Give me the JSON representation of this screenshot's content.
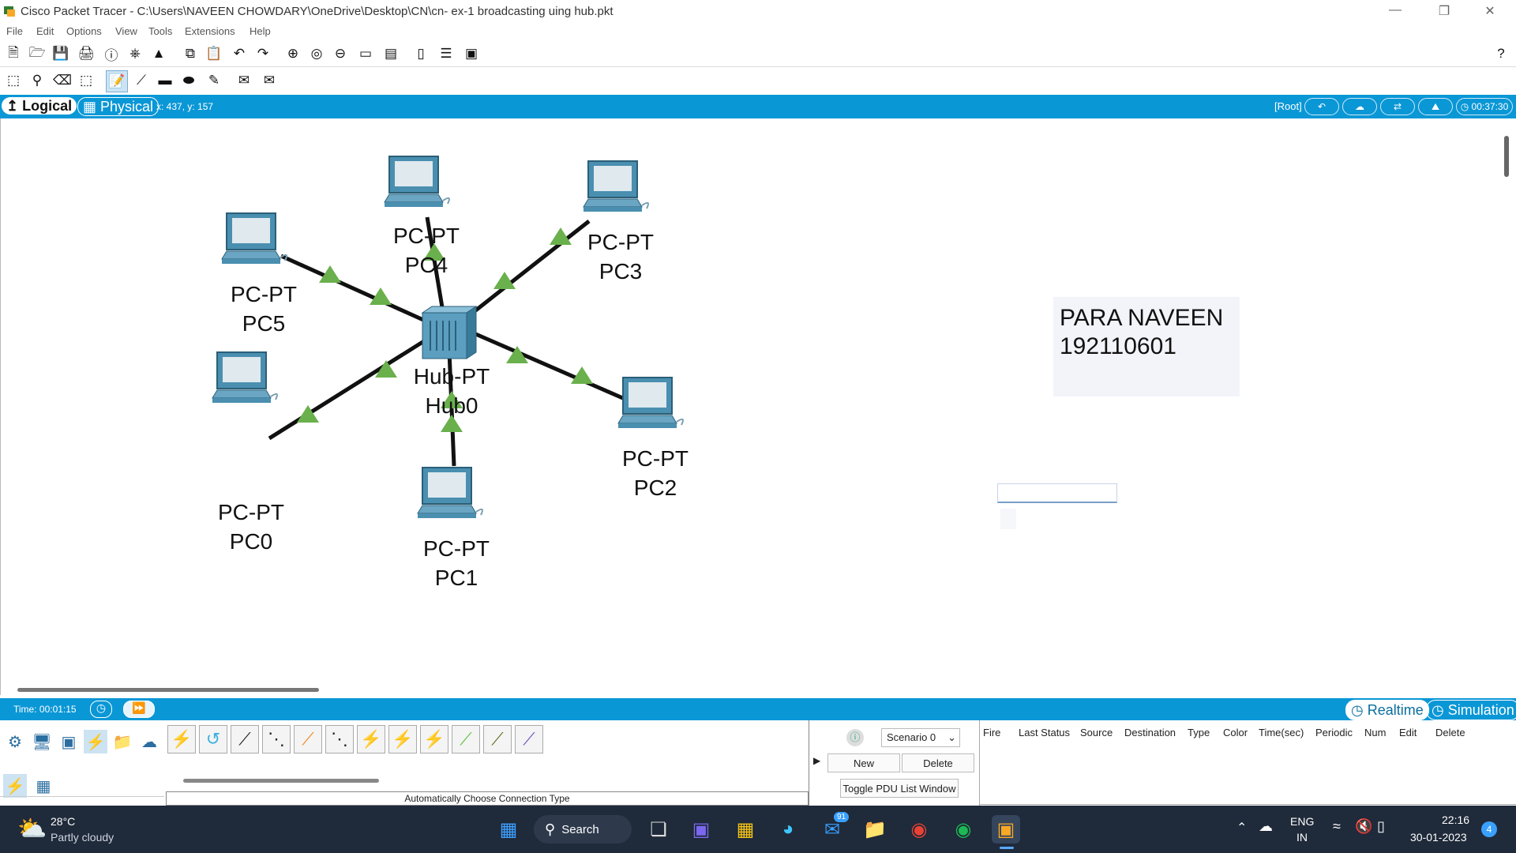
{
  "window": {
    "title": "Cisco Packet Tracer - C:\\Users\\NAVEEN CHOWDARY\\OneDrive\\Desktop\\CN\\cn- ex-1 broadcasting uing hub.pkt"
  },
  "menu": [
    "File",
    "Edit",
    "Options",
    "View",
    "Tools",
    "Extensions",
    "Help"
  ],
  "toolbar": {
    "help_label": "?"
  },
  "workspace": {
    "logical_label": "Logical",
    "physical_label": "Physical",
    "coords": "x: 437, y: 157",
    "root_label": "[Root]",
    "clock": "00:37:30"
  },
  "devices": [
    {
      "type": "PC-PT",
      "name": "PC0"
    },
    {
      "type": "PC-PT",
      "name": "PC1"
    },
    {
      "type": "PC-PT",
      "name": "PC2"
    },
    {
      "type": "PC-PT",
      "name": "PC3"
    },
    {
      "type": "PC-PT",
      "name": "PC4"
    },
    {
      "type": "PC-PT",
      "name": "PC5"
    },
    {
      "type": "Hub-PT",
      "name": "Hub0"
    }
  ],
  "note": {
    "line1": "PARA NAVEEN",
    "line2": "192110601"
  },
  "simbar": {
    "time": "Time: 00:01:15",
    "realtime_label": "Realtime",
    "simulation_label": "Simulation"
  },
  "connection_type": "Automatically Choose Connection Type",
  "pdu": {
    "scenario": "Scenario 0",
    "new_label": "New",
    "delete_label": "Delete",
    "toggle_label": "Toggle PDU List Window",
    "columns": [
      "Fire",
      "Last Status",
      "Source",
      "Destination",
      "Type",
      "Color",
      "Time(sec)",
      "Periodic",
      "Num",
      "Edit",
      "Delete"
    ]
  },
  "taskbar": {
    "temperature": "28°C",
    "weather": "Partly cloudy",
    "search_label": "Search",
    "mail_badge": "91",
    "lang1": "ENG",
    "lang2": "IN",
    "time": "22:16",
    "date": "30-01-2023",
    "notifications": "4"
  },
  "colors": {
    "accent": "#0a97d6",
    "link_up": "#6ab04c",
    "device": "#4a8fb0"
  }
}
